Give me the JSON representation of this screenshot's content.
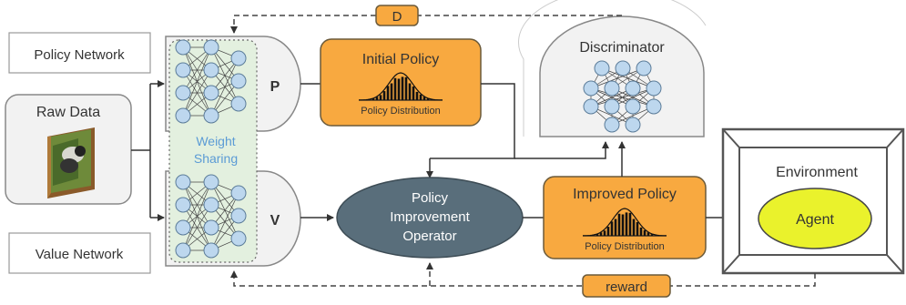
{
  "diagram": {
    "labels": {
      "policy_network": "Policy Network",
      "value_network": "Value Network",
      "raw_data": "Raw Data",
      "weight_sharing_line1": "Weight",
      "weight_sharing_line2": "Sharing",
      "p": "P",
      "v": "V",
      "initial_policy": "Initial Policy",
      "initial_policy_dist": "Policy Distribution",
      "improved_policy": "Improved Policy",
      "improved_policy_dist": "Policy Distribution",
      "operator_line1": "Policy",
      "operator_line2": "Improvement",
      "operator_line3": "Operator",
      "discriminator": "Discriminator",
      "environment": "Environment",
      "agent": "Agent",
      "d": "D",
      "reward": "reward"
    },
    "colors": {
      "orange": "#F8A940",
      "orange_border": "#6b5a3a",
      "node_fill": "#BDD7EE",
      "node_stroke": "#5B7C99",
      "operator_fill": "#596E7B",
      "agent_fill": "#EAF22C",
      "box_fill": "#F2F2F2",
      "nn_fill": "#E3F0DF",
      "weight_text": "#5B9BD5"
    }
  }
}
